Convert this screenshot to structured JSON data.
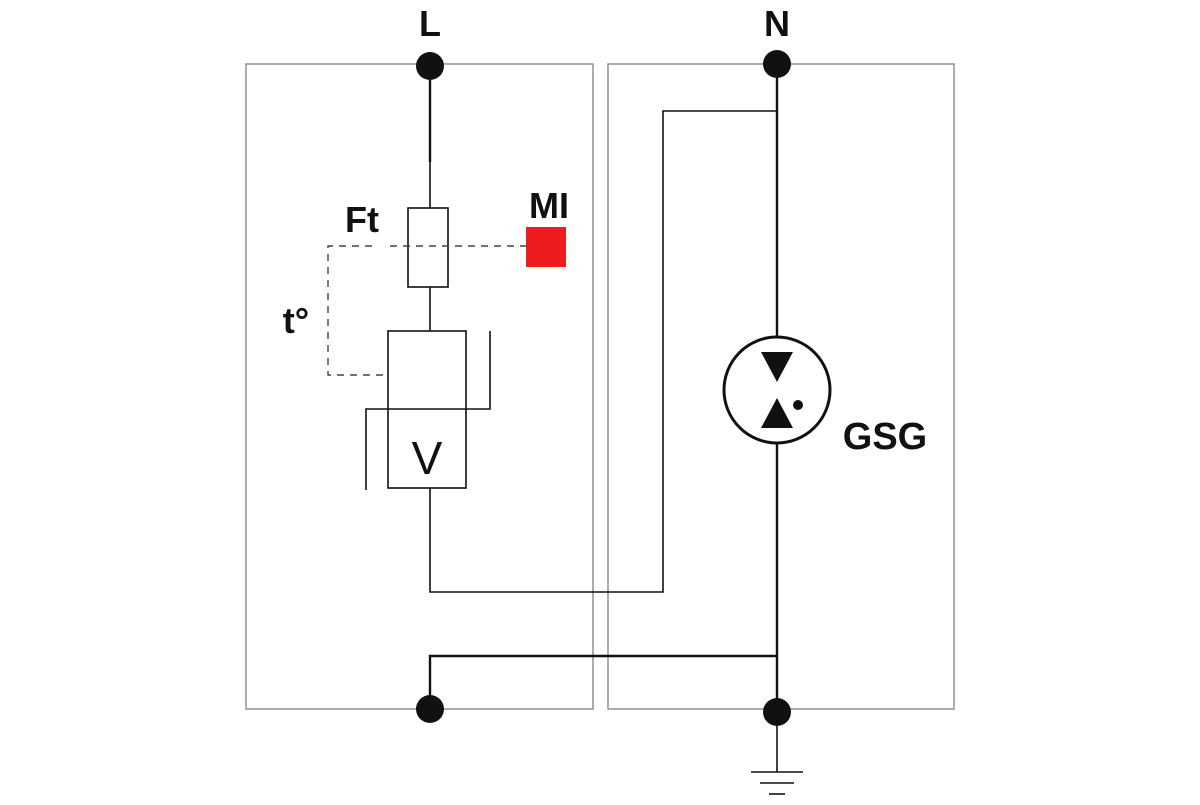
{
  "labels": {
    "line_terminal": "L",
    "neutral_terminal": "N",
    "thermal_fuse": "Ft",
    "mechanical_indicator": "MI",
    "temperature": "t°",
    "varistor": "V",
    "gas_spark_gap": "GSG"
  },
  "colors": {
    "indicator": "#ee1c1c",
    "wire": "#111111",
    "module_border": "#888888",
    "background": "#ffffff"
  },
  "icons": {
    "ground": "ground-icon",
    "terminal": "terminal-dot-icon"
  }
}
